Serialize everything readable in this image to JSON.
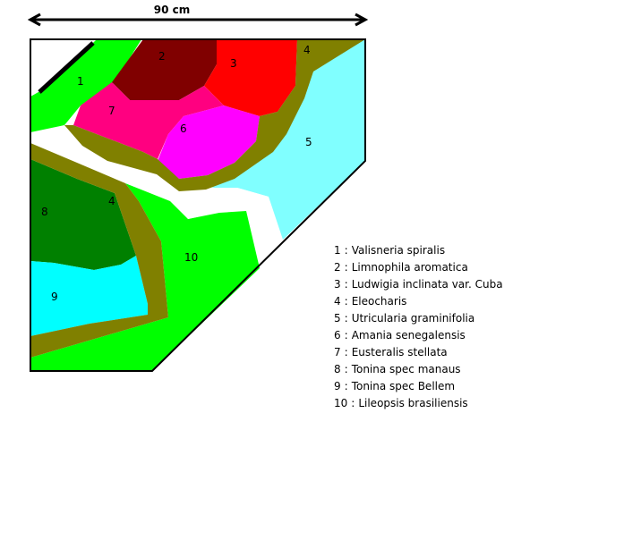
{
  "dimension": {
    "label": "90 cm"
  },
  "colors": {
    "zone1": "#00ff00",
    "zone2": "#800000",
    "zone3": "#ff0000",
    "zone4": "#808000",
    "zone5": "#80ffff",
    "zone6": "#ff00ff",
    "zone7": "#ff0080",
    "zone8": "#008000",
    "zone9": "#00ffff",
    "zone10": "#00ff00",
    "outline": "#000000",
    "background": "#ffffff"
  },
  "zones": [
    {
      "id": "1",
      "plant": "Valisneria spiralis"
    },
    {
      "id": "2",
      "plant": "Limnophila aromatica"
    },
    {
      "id": "3",
      "plant": "Ludwigia inclinata var. Cuba"
    },
    {
      "id": "4",
      "plant": "Eleocharis"
    },
    {
      "id": "5",
      "plant": "Utricularia graminifolia"
    },
    {
      "id": "6",
      "plant": "Amania senegalensis"
    },
    {
      "id": "7",
      "plant": "Eusteralis stellata"
    },
    {
      "id": "8",
      "plant": "Tonina spec manaus"
    },
    {
      "id": "9",
      "plant": "Tonina spec Bellem"
    },
    {
      "id": "10",
      "plant": "Lileopsis brasiliensis"
    }
  ],
  "legend_separator": ":"
}
